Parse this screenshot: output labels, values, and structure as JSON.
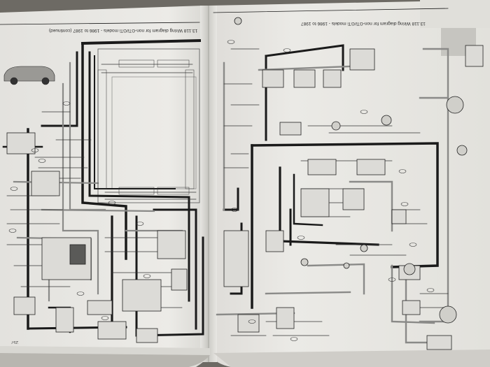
{
  "book": {
    "left_page": {
      "caption": "13.118 Wiring diagram for non-GTi/GTi models - 1986 to 1987 (continued)",
      "page_number": "257"
    },
    "right_page": {
      "caption": "13.118 Wiring diagram for non-GTi/GTi models - 1986 to 1987"
    }
  },
  "colors": {
    "paper": "#e9e8e4",
    "paper_shadow": "#bdbcb7",
    "ink": "#1a1a1a",
    "ink_gray": "#8a8a88",
    "background": "#6f6c66"
  }
}
